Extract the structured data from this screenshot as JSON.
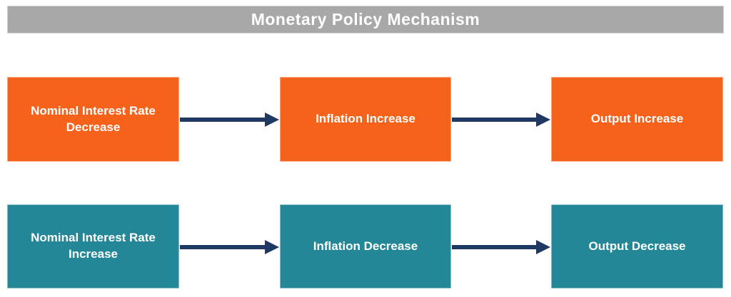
{
  "title": "Monetary Policy Mechanism",
  "colors": {
    "title_bar": "#A8A8A8",
    "row1_box": "#F7621B",
    "row2_box": "#238797",
    "arrow": "#1F3864",
    "text": "#FFFFFF"
  },
  "rows": [
    {
      "theme": "orange",
      "boxes": [
        "Nominal Interest Rate Decrease",
        "Inflation Increase",
        "Output Increase"
      ]
    },
    {
      "theme": "teal",
      "boxes": [
        "Nominal Interest Rate Increase",
        "Inflation Decrease",
        "Output Decrease"
      ]
    }
  ]
}
